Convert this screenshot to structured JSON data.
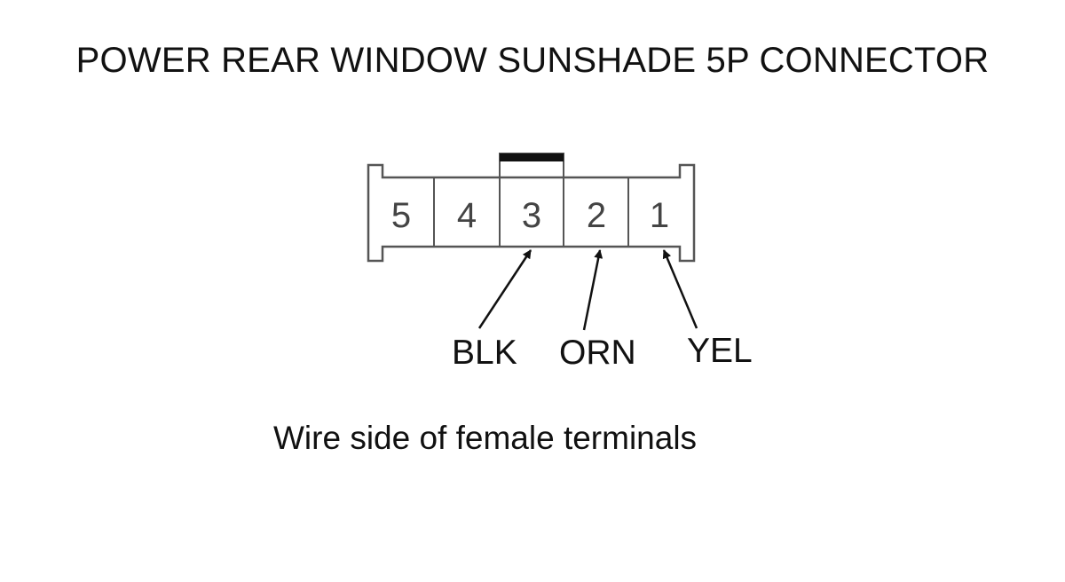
{
  "title": "POWER REAR WINDOW SUNSHADE 5P CONNECTOR",
  "connector": {
    "pins": [
      "5",
      "4",
      "3",
      "2",
      "1"
    ]
  },
  "wires": [
    {
      "label": "BLK",
      "terminal": "3"
    },
    {
      "label": "ORN",
      "terminal": "2"
    },
    {
      "label": "YEL",
      "terminal": "1"
    }
  ],
  "caption": "Wire side of female terminals"
}
